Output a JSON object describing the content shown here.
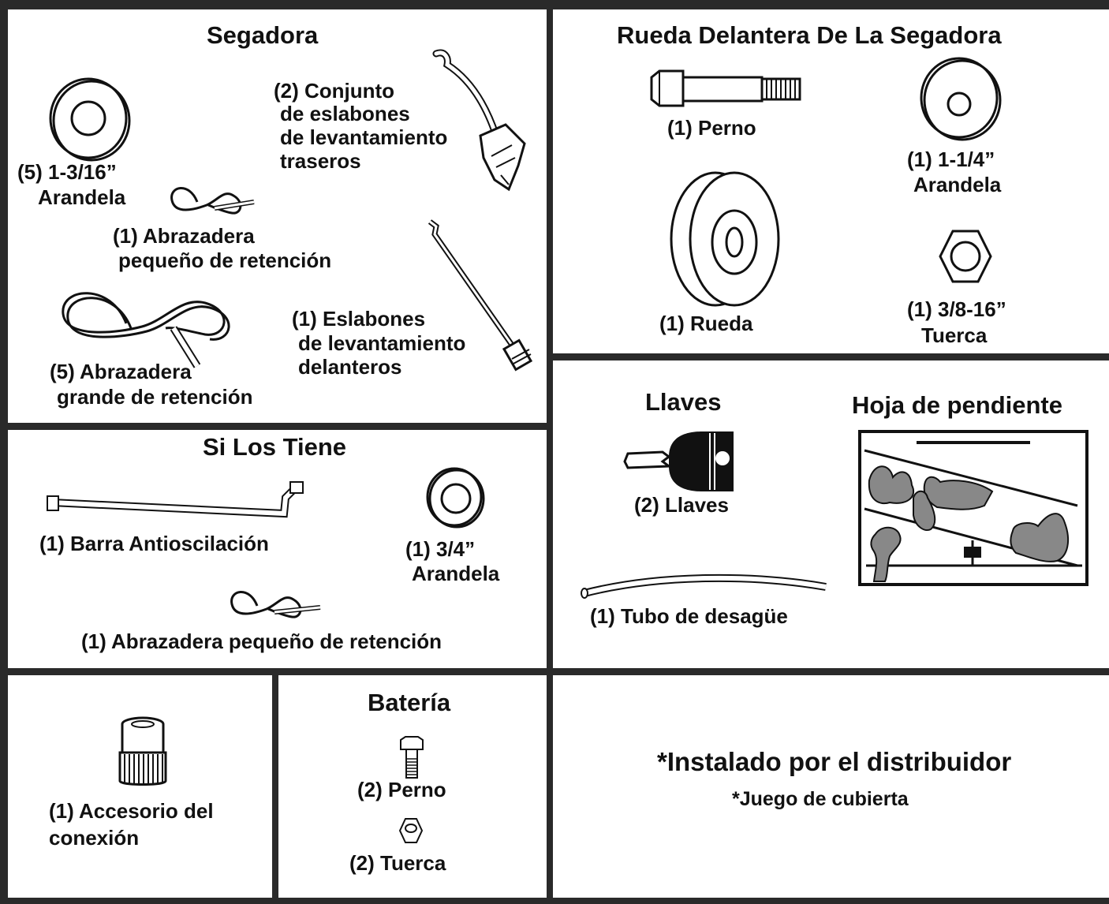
{
  "segadora": {
    "title": "Segadora",
    "washer_label_1": "(5) 1-3/16”",
    "washer_label_2": "Arandela",
    "rear_link_1": "(2) Conjunto",
    "rear_link_2": "de eslabones",
    "rear_link_3": "de levantamiento",
    "rear_link_4": "traseros",
    "small_clip_1": "(1) Abrazadera",
    "small_clip_2": "pequeño de retención",
    "large_clip_1": "(5) Abrazadera",
    "large_clip_2": "grande de retención",
    "front_link_1": "(1) Eslabones",
    "front_link_2": "de levantamiento",
    "front_link_3": "delanteros"
  },
  "front_wheel": {
    "title": "Rueda Delantera De La Segadora",
    "bolt_label": "(1) Perno",
    "washer_label_1": "(1) 1-1/4”",
    "washer_label_2": "Arandela",
    "wheel_label": "(1) Rueda",
    "nut_label_1": "(1) 3/8-16”",
    "nut_label_2": "Tuerca"
  },
  "si_los_tiene": {
    "title": "Si Los Tiene",
    "bar_label": "(1) Barra Antioscilación",
    "washer_label_1": "(1) 3/4”",
    "washer_label_2": "Arandela",
    "clip_label": "(1) Abrazadera pequeño de retención"
  },
  "llaves": {
    "title": "Llaves",
    "keys_label": "(2) Llaves",
    "tube_label": "(1) Tubo de desagüe"
  },
  "hoja": {
    "title": "Hoja de pendiente"
  },
  "fitting": {
    "label_1": "(1) Accesorio del",
    "label_2": "conexión"
  },
  "bateria": {
    "title": "Batería",
    "bolt_label": "(2) Perno",
    "nut_label": "(2) Tuerca"
  },
  "dealer": {
    "title": "*Instalado por el distribuidor",
    "subtitle": "*Juego de cubierta"
  },
  "colors": {
    "border": "#2a2a2a",
    "ink": "#111111",
    "shade": "#888888"
  }
}
